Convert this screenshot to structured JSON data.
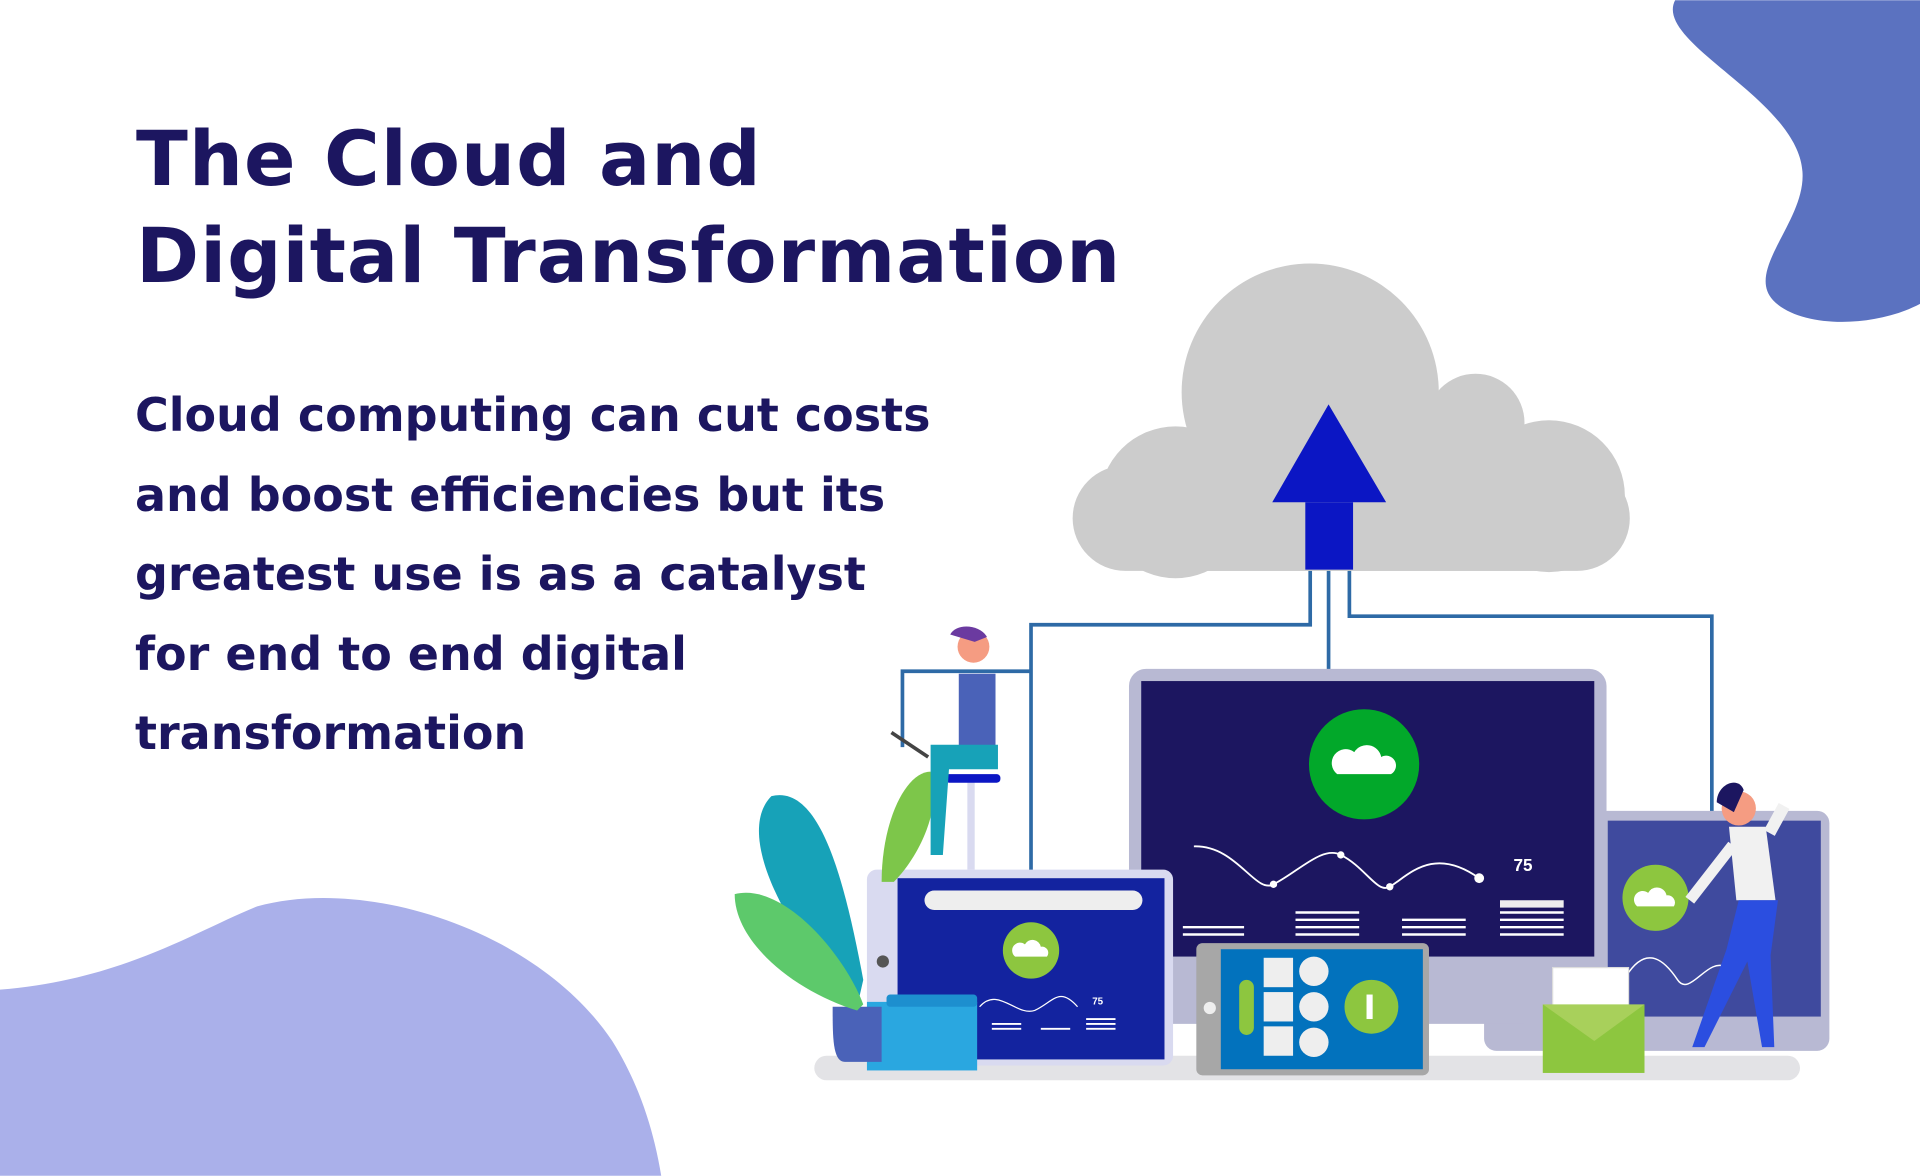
{
  "heading": {
    "line1": "The Cloud and",
    "line2": "Digital Transformation"
  },
  "body": {
    "lines": [
      "Cloud computing can cut costs",
      "and boost efficiencies but its",
      "greatest use is as a catalyst",
      "for end to end digital",
      "transformation"
    ]
  },
  "illustration": {
    "main_monitor_value": "75",
    "tablet_value": "75"
  },
  "colors": {
    "text": "#1c1660",
    "blob_top_right": "#5b72c0",
    "blob_bottom_left": "#aab0ea",
    "cloud": "#cccccc",
    "arrow": "#0b16c4",
    "green": "#02a82a"
  }
}
